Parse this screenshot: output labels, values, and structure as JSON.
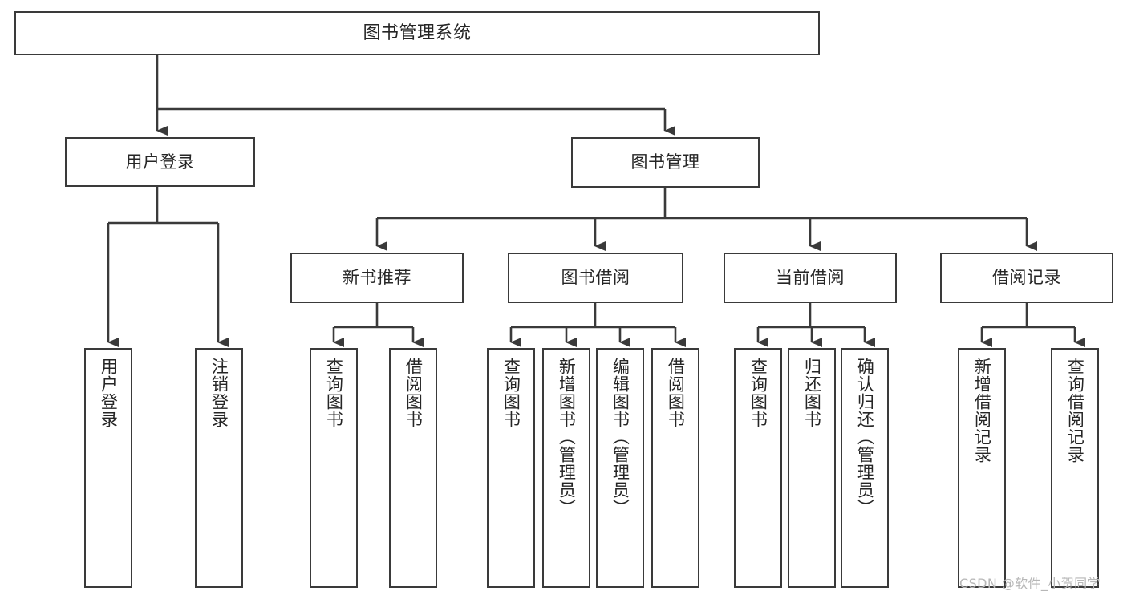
{
  "diagram": {
    "title": "图书管理系统",
    "watermark": "CSDN @软件_小贺同学",
    "line_color": "#3a3a3a",
    "box_fill": "#ffffff",
    "text_color": "#262626",
    "watermark_color": "#b7b7b7",
    "root": {
      "id": "root",
      "label": "图书管理系统"
    },
    "level2": [
      {
        "id": "user-login",
        "label": "用户登录"
      },
      {
        "id": "book-management",
        "label": "图书管理"
      }
    ],
    "level3": [
      {
        "id": "new-book-recommend",
        "label": "新书推荐"
      },
      {
        "id": "book-borrow",
        "label": "图书借阅"
      },
      {
        "id": "current-borrow",
        "label": "当前借阅"
      },
      {
        "id": "borrow-record",
        "label": "借阅记录"
      }
    ],
    "leaves": {
      "user_login": [
        {
          "id": "leaf-user-login",
          "label": "用户登录"
        },
        {
          "id": "leaf-logout",
          "label": "注销登录"
        }
      ],
      "new_book_recommend": [
        {
          "id": "leaf-query-book-1",
          "label": "查询图书"
        },
        {
          "id": "leaf-borrow-book-1",
          "label": "借阅图书"
        }
      ],
      "book_borrow": [
        {
          "id": "leaf-query-book-2",
          "label": "查询图书"
        },
        {
          "id": "leaf-add-book",
          "label": "新增图书（管理员）"
        },
        {
          "id": "leaf-edit-book",
          "label": "编辑图书（管理员）"
        },
        {
          "id": "leaf-borrow-book-2",
          "label": "借阅图书"
        }
      ],
      "current_borrow": [
        {
          "id": "leaf-query-book-3",
          "label": "查询图书"
        },
        {
          "id": "leaf-return-book",
          "label": "归还图书"
        },
        {
          "id": "leaf-confirm-return",
          "label": "确认归还（管理员）"
        }
      ],
      "borrow_record": [
        {
          "id": "leaf-add-record",
          "label": "新增借阅记录"
        },
        {
          "id": "leaf-query-record",
          "label": "查询借阅记录"
        }
      ]
    }
  }
}
